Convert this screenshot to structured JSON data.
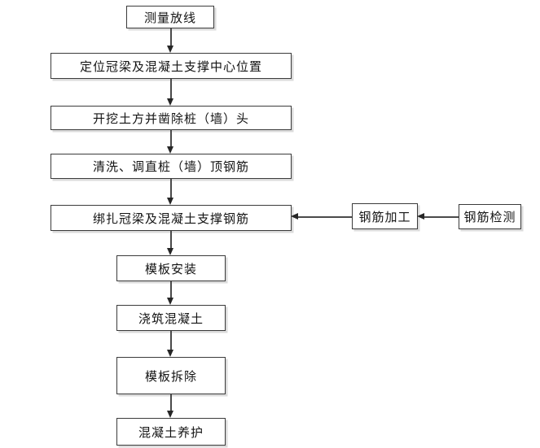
{
  "diagram": {
    "type": "flowchart",
    "direction": "top-down",
    "background": "#ffffff",
    "colors": {
      "box_fill": "#ffffff",
      "box_border": "#3b3b3b",
      "box_shadow": "#dbdbdb",
      "connector_line": "#4a4a4a",
      "arrowhead": "#262626",
      "text": "#141414"
    },
    "nodes": [
      {
        "id": "n1",
        "label": "测量放线"
      },
      {
        "id": "n2",
        "label": "定位冠梁及混凝土支撑中心位置"
      },
      {
        "id": "n3",
        "label": "开挖土方并凿除桩（墙）头"
      },
      {
        "id": "n4",
        "label": "清洗、调直桩（墙）顶钢筋"
      },
      {
        "id": "n5",
        "label": "绑扎冠梁及混凝土支撑钢筋"
      },
      {
        "id": "n6",
        "label": "模板安装"
      },
      {
        "id": "n7",
        "label": "浇筑混凝土"
      },
      {
        "id": "n8",
        "label": "模板拆除"
      },
      {
        "id": "n9",
        "label": "混凝土养护"
      },
      {
        "id": "s1",
        "label": "钢筋加工"
      },
      {
        "id": "s2",
        "label": "钢筋检测"
      }
    ],
    "edges": [
      {
        "from": "测量放线",
        "to": "定位冠梁及混凝土支撑中心位置"
      },
      {
        "from": "定位冠梁及混凝土支撑中心位置",
        "to": "开挖土方并凿除桩（墙）头"
      },
      {
        "from": "开挖土方并凿除桩（墙）头",
        "to": "清洗、调直桩（墙）顶钢筋"
      },
      {
        "from": "清洗、调直桩（墙）顶钢筋",
        "to": "绑扎冠梁及混凝土支撑钢筋"
      },
      {
        "from": "绑扎冠梁及混凝土支撑钢筋",
        "to": "模板安装"
      },
      {
        "from": "模板安装",
        "to": "浇筑混凝土"
      },
      {
        "from": "浇筑混凝土",
        "to": "模板拆除"
      },
      {
        "from": "模板拆除",
        "to": "混凝土养护"
      },
      {
        "from": "钢筋检测",
        "to": "钢筋加工"
      },
      {
        "from": "钢筋加工",
        "to": "绑扎冠梁及混凝土支撑钢筋"
      }
    ]
  }
}
